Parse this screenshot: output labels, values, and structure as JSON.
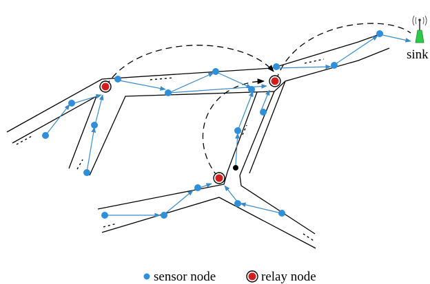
{
  "labels": {
    "sink": "sink"
  },
  "legend": {
    "sensor_label": "sensor node",
    "relay_label": "relay node"
  },
  "colors": {
    "sensor": "#2f8fd8",
    "link": "#3a8ac6",
    "relay_fill": "#d21e1e",
    "road": "#000000",
    "sink_antenna": "#2ec84a"
  }
}
